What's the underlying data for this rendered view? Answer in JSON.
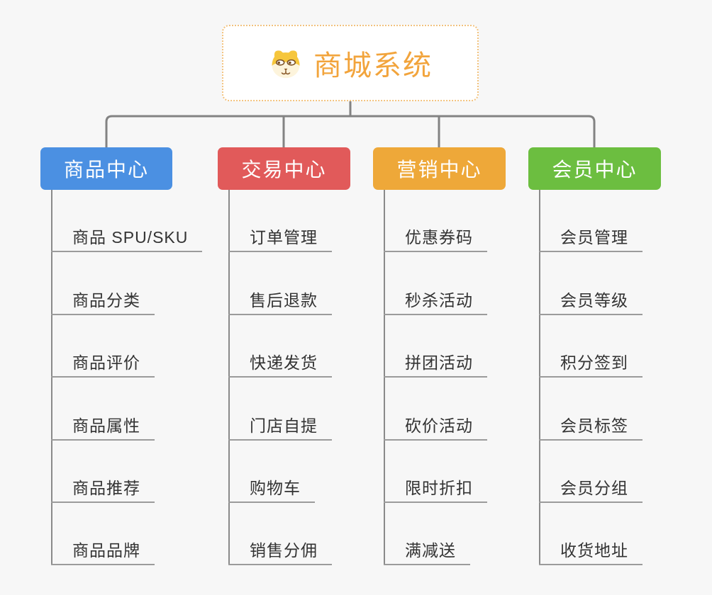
{
  "root": {
    "title": "商城系统",
    "icon": "shiba-dog-icon",
    "title_color": "#F2A43C",
    "border_color": "#F2C27E"
  },
  "branches": [
    {
      "id": "product-center",
      "label": "商品中心",
      "color": "#4B90E2",
      "children": [
        "商品 SPU/SKU",
        "商品分类",
        "商品评价",
        "商品属性",
        "商品推荐",
        "商品品牌"
      ]
    },
    {
      "id": "trade-center",
      "label": "交易中心",
      "color": "#E15A5A",
      "children": [
        "订单管理",
        "售后退款",
        "快递发货",
        "门店自提",
        "购物车",
        "销售分佣"
      ]
    },
    {
      "id": "marketing-center",
      "label": "营销中心",
      "color": "#EEA839",
      "children": [
        "优惠券码",
        "秒杀活动",
        "拼团活动",
        "砍价活动",
        "限时折扣",
        "满减送"
      ]
    },
    {
      "id": "member-center",
      "label": "会员中心",
      "color": "#6CBE40",
      "children": [
        "会员管理",
        "会员等级",
        "积分签到",
        "会员标签",
        "会员分组",
        "收货地址"
      ]
    }
  ],
  "style": {
    "connector_color": "#838383",
    "leaf_underline_color": "#9B9B9B",
    "leaf_text_color": "#333333",
    "background": "#F7F7F7"
  }
}
